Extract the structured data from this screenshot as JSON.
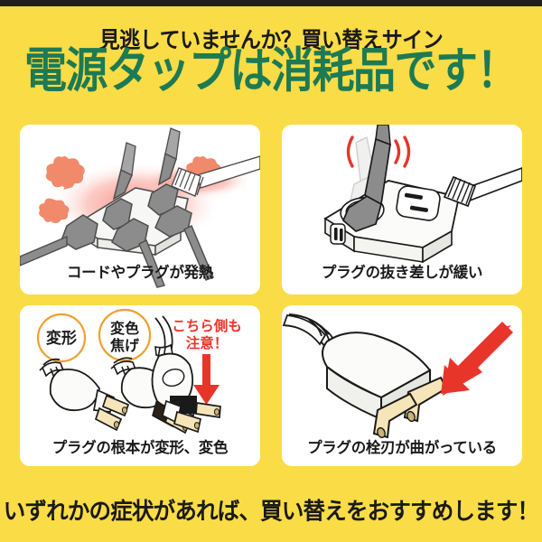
{
  "poster": {
    "background_color": "#fadc46",
    "accent_green": "#1c7a54",
    "accent_red": "#e8352a",
    "accent_orange": "#f0a030",
    "heat_color": "#f08a6a",
    "blade_color": "#f5e5b8",
    "top_bar_color": "#221f1c"
  },
  "header": {
    "subtitle": "見逃していませんか？買い替えサイン",
    "title": "電源タップは消耗品です！"
  },
  "panels": [
    {
      "id": "panel-overheat",
      "caption": "コードやプラグが発熱",
      "icon": "power-strip-overheating-illustration",
      "effects": [
        "red-glow",
        "heat-puff"
      ]
    },
    {
      "id": "panel-loose-plug",
      "caption": "プラグの抜き差しが緩い",
      "icon": "power-strip-loose-plug-illustration",
      "effects": [
        "red-wobble-arcs"
      ]
    },
    {
      "id": "panel-deformed-base",
      "caption": "プラグの根本が変形、変色",
      "icon": "three-plugs-deformed-discolored-illustration",
      "callouts": [
        "変形",
        "変色\n焦げ"
      ],
      "callout_line1": "変形",
      "callout_line2a": "変色",
      "callout_line2b": "焦げ",
      "warning_line1": "こちら側も",
      "warning_line2": "注意！",
      "effects": [
        "orange-circle-callout",
        "red-down-arrow"
      ]
    },
    {
      "id": "panel-bent-blades",
      "caption": "プラグの栓刃が曲がっている",
      "icon": "plug-bent-blades-illustration",
      "effects": [
        "red-big-arrow"
      ]
    }
  ],
  "footer": {
    "text": "いずれかの症状があれば、買い替えをおすすめします！"
  }
}
